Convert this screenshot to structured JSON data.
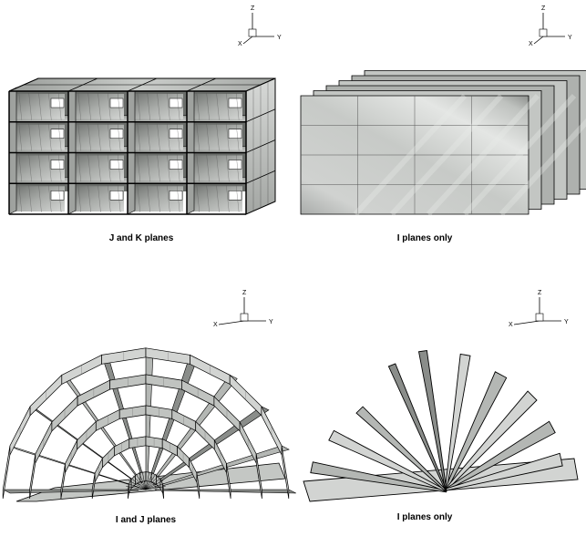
{
  "panels": [
    {
      "caption": "J and K planes",
      "axes": {
        "z": "Z",
        "y": "Y",
        "x": "X"
      }
    },
    {
      "caption": "I planes only",
      "axes": {
        "z": "Z",
        "y": "Y",
        "x": "X"
      }
    },
    {
      "caption": "I and J planes",
      "axes": {
        "z": "Z",
        "y": "Y",
        "x": "X"
      }
    },
    {
      "caption": "I planes only",
      "axes": {
        "z": "Z",
        "y": "Y",
        "x": "X"
      }
    }
  ],
  "colors": {
    "face_light": "#d2d4d2",
    "face_mid": "#b4b7b4",
    "face_dark": "#8a8d8a",
    "edge": "#000000"
  }
}
